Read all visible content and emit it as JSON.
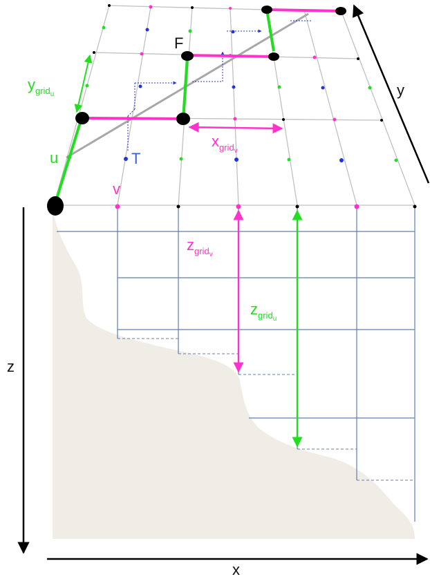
{
  "labels": {
    "y_axis": "y",
    "z_axis": "z",
    "x_axis": "x",
    "F": "F",
    "T": "T",
    "u": "u",
    "v": "v",
    "y_grid": {
      "base": "y",
      "sub": "grid",
      "subsub": "u"
    },
    "x_grid": {
      "base": "x",
      "sub": "grid",
      "subsub": "v"
    },
    "z_grid_v": {
      "base": "z",
      "sub": "grid",
      "subsub": "v"
    },
    "z_grid_u": {
      "base": "z",
      "sub": "grid",
      "subsub": "u"
    }
  },
  "colors": {
    "magenta": "#ff33cc",
    "green": "#22dd22",
    "blue": "#2233dd",
    "gridline": "#c0c0c0",
    "blue_grid": "#5c7fb0",
    "terrain": "#efede6",
    "black": "#000000"
  }
}
